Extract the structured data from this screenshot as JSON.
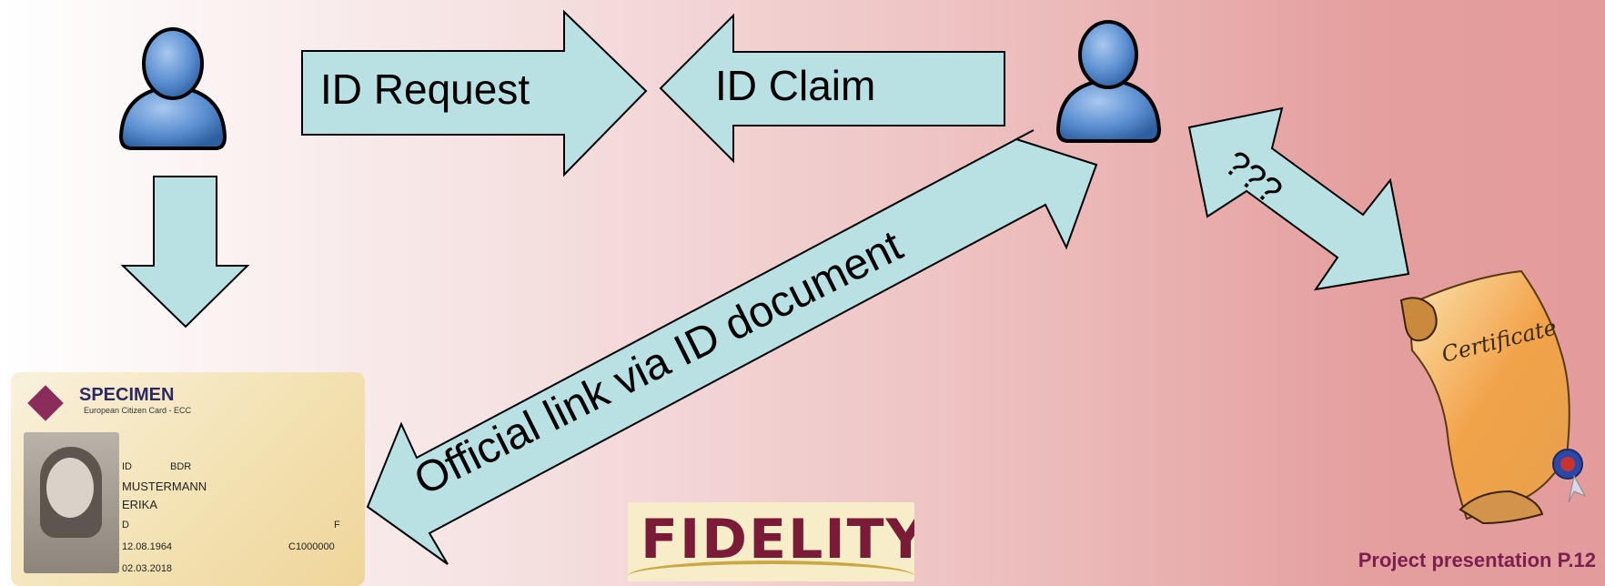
{
  "arrows": {
    "id_request": "ID Request",
    "id_claim": "ID Claim",
    "official_link": "Official link via ID document",
    "unknown": "???"
  },
  "certificate": {
    "label": "Certificate"
  },
  "id_card": {
    "title": "SPECIMEN",
    "subtitle": "European Citizen Card - ECC",
    "id": "ID",
    "country": "BDR",
    "surname": "MUSTERMANN",
    "given_name": "ERIKA",
    "sex_code": "D",
    "sex": "F",
    "birth_date": "12.08.1964",
    "card_no": "C1000000",
    "expiry": "02.03.2018"
  },
  "logo": {
    "text": "FIDELITY"
  },
  "footer": {
    "text": "Project presentation  P.12"
  },
  "colors": {
    "arrow_fill": "#b9e0e3",
    "person_blue": "#5b8fd1",
    "footer_text": "#7b1f4e",
    "logo_text": "#7a1c38"
  },
  "icons": [
    "person-icon",
    "certificate-scroll-icon",
    "id-card-image",
    "fidelity-logo"
  ]
}
